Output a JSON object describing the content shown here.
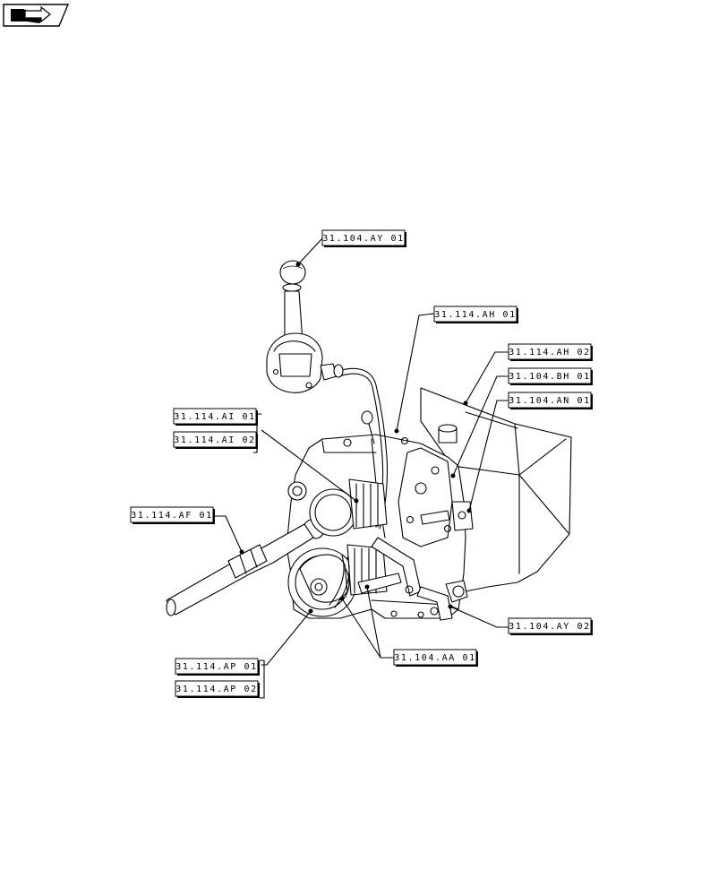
{
  "nav_icon": {
    "name": "back-arrow-icon"
  },
  "callouts": [
    {
      "id": "c1",
      "label": "31.104.AY 01"
    },
    {
      "id": "c2",
      "label": "31.114.AH 01"
    },
    {
      "id": "c3",
      "label": "31.114.AH 02"
    },
    {
      "id": "c4",
      "label": "31.104.BH 01"
    },
    {
      "id": "c5",
      "label": "31.104.AN 01"
    },
    {
      "id": "c6",
      "label": "31.114.AI 01"
    },
    {
      "id": "c7",
      "label": "31.114.AI 02"
    },
    {
      "id": "c8",
      "label": "31.114.AF 01"
    },
    {
      "id": "c9",
      "label": "31.104.AY 02"
    },
    {
      "id": "c10",
      "label": "31.104.AA 01"
    },
    {
      "id": "c11",
      "label": "31.114.AP 01"
    },
    {
      "id": "c12",
      "label": "31.114.AP 02"
    }
  ]
}
